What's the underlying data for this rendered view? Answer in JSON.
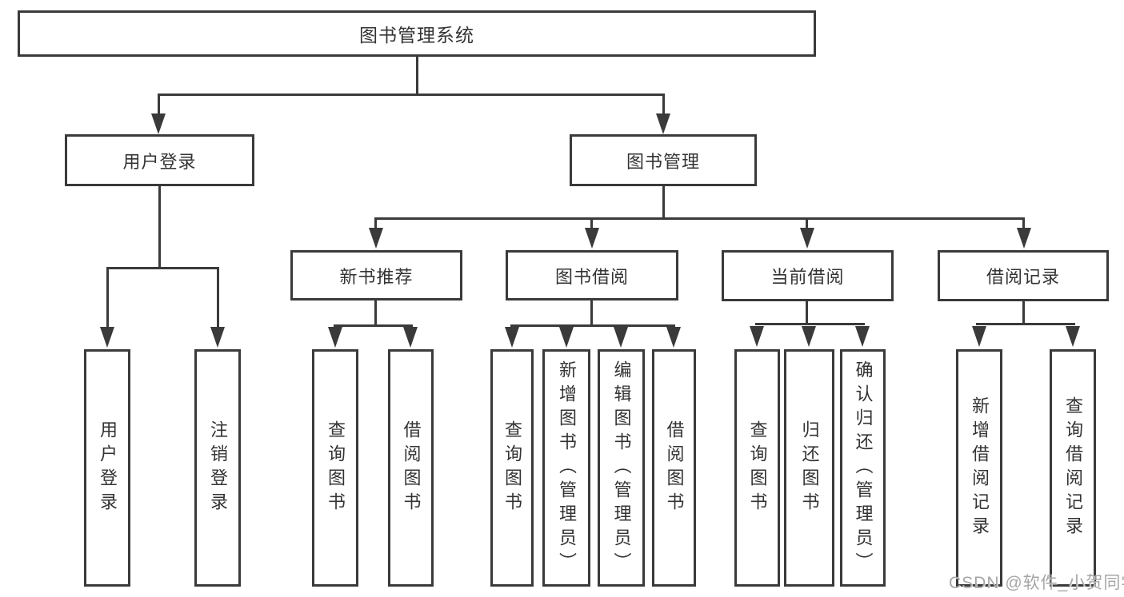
{
  "tree": {
    "root": {
      "label": "图书管理系统",
      "children": [
        {
          "label": "用户登录",
          "children": [
            {
              "label": "用户登录"
            },
            {
              "label": "注销登录"
            }
          ]
        },
        {
          "label": "图书管理",
          "children": [
            {
              "label": "新书推荐",
              "children": [
                {
                  "label": "查询图书"
                },
                {
                  "label": "借阅图书"
                }
              ]
            },
            {
              "label": "图书借阅",
              "children": [
                {
                  "label": "查询图书"
                },
                {
                  "label": "新增图书（管理员）"
                },
                {
                  "label": "编辑图书（管理员）"
                },
                {
                  "label": "借阅图书"
                }
              ]
            },
            {
              "label": "当前借阅",
              "children": [
                {
                  "label": "查询图书"
                },
                {
                  "label": "归还图书"
                },
                {
                  "label": "确认归还（管理员）"
                }
              ]
            },
            {
              "label": "借阅记录",
              "children": [
                {
                  "label": "新增借阅记录"
                },
                {
                  "label": "查询借阅记录"
                }
              ]
            }
          ]
        }
      ]
    }
  },
  "watermark": {
    "text": "CSDN @软件_小贺同学",
    "color": "#a6a6a6"
  },
  "style": {
    "line_color": "#3a3a3a",
    "text_color": "#333333",
    "background": "#ffffff"
  }
}
